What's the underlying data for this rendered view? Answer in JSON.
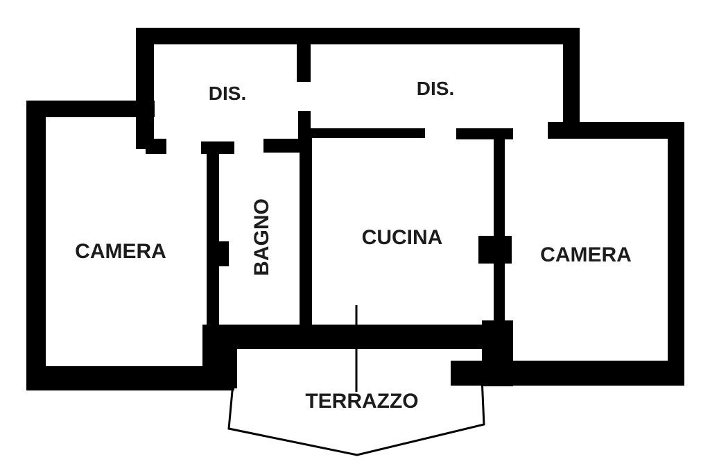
{
  "floor_plan": {
    "rooms": {
      "dis_left": "DIS.",
      "dis_right": "DIS.",
      "camera_left": "CAMERA",
      "bagno": "BAGNO",
      "cucina": "CUCINA",
      "camera_right": "CAMERA",
      "terrazzo": "TERRAZZO"
    },
    "colors": {
      "wall": "#000000",
      "label": "#1c1c1c",
      "background": "#ffffff"
    }
  }
}
